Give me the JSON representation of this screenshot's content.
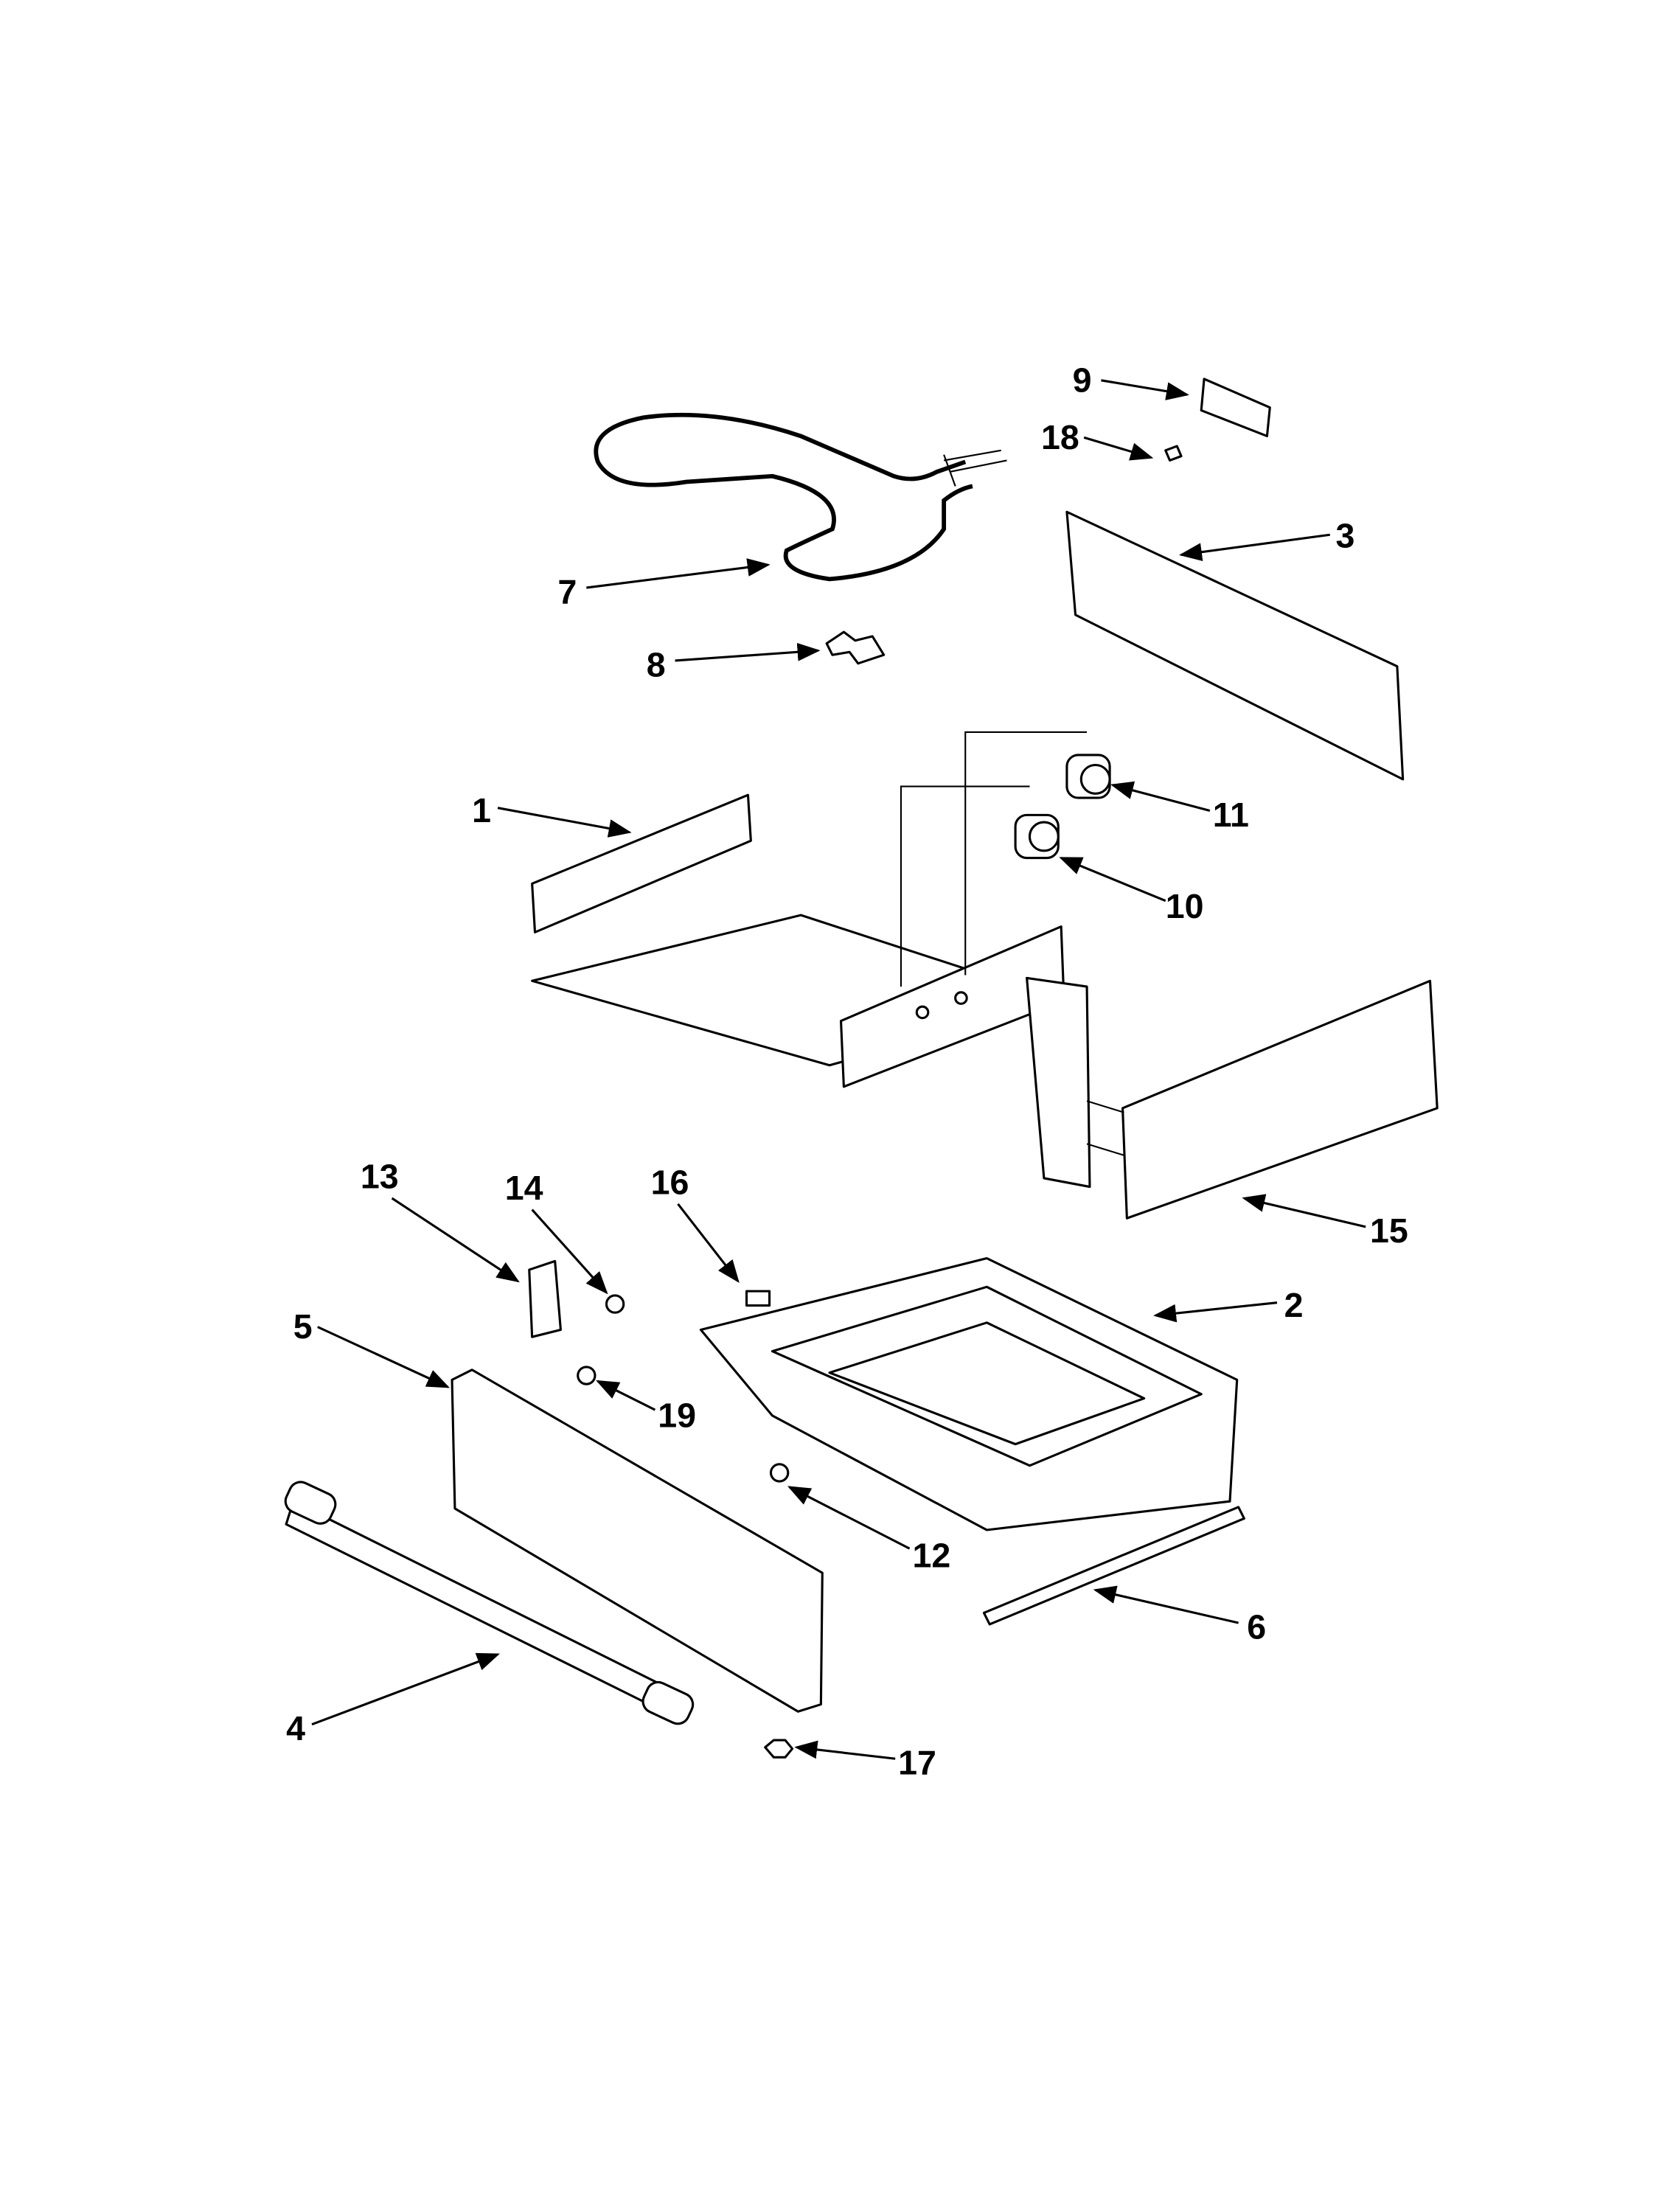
{
  "diagram": {
    "type": "exploded parts diagram",
    "callouts": [
      {
        "id": "1",
        "label": "1"
      },
      {
        "id": "2",
        "label": "2"
      },
      {
        "id": "3",
        "label": "3"
      },
      {
        "id": "4",
        "label": "4"
      },
      {
        "id": "5",
        "label": "5"
      },
      {
        "id": "6",
        "label": "6"
      },
      {
        "id": "7",
        "label": "7"
      },
      {
        "id": "8",
        "label": "8"
      },
      {
        "id": "9",
        "label": "9"
      },
      {
        "id": "10",
        "label": "10"
      },
      {
        "id": "11",
        "label": "11"
      },
      {
        "id": "12",
        "label": "12"
      },
      {
        "id": "13",
        "label": "13"
      },
      {
        "id": "14",
        "label": "14"
      },
      {
        "id": "15",
        "label": "15"
      },
      {
        "id": "16",
        "label": "16"
      },
      {
        "id": "17",
        "label": "17"
      },
      {
        "id": "18",
        "label": "18"
      },
      {
        "id": "19",
        "label": "19"
      }
    ]
  }
}
